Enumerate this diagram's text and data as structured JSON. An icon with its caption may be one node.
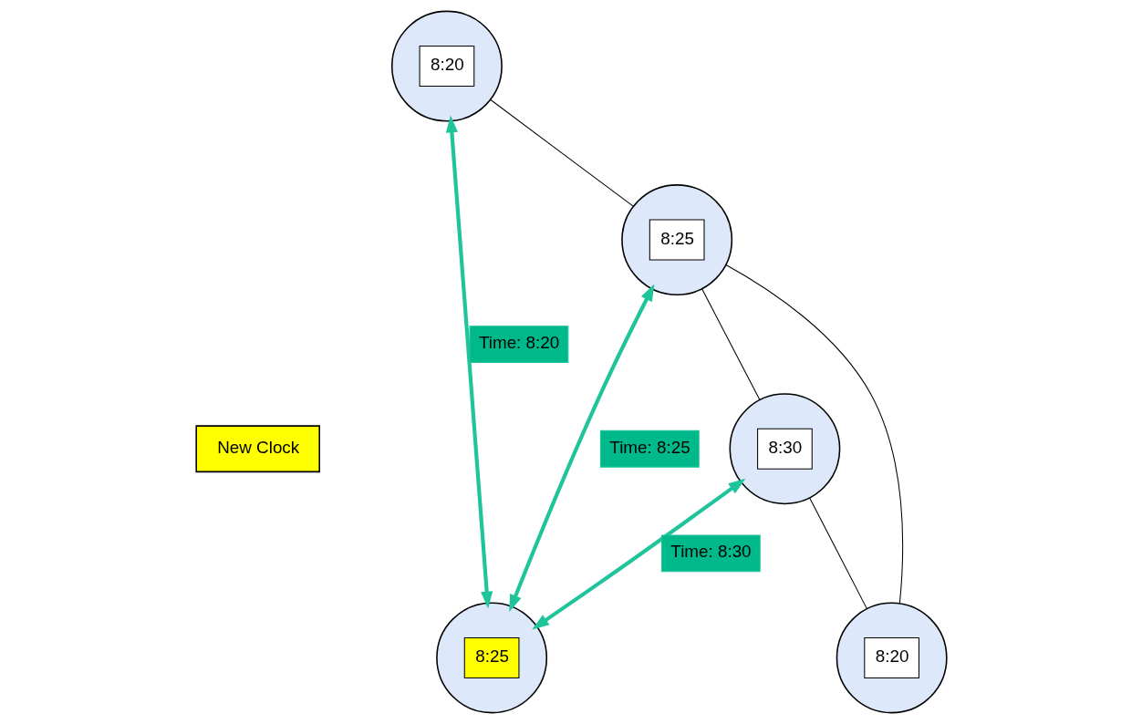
{
  "diagram": {
    "nodes": [
      {
        "text": [
          "New Clock"
        ]
      },
      {
        "text": [
          "8:25"
        ]
      },
      {
        "text": [
          "8:30"
        ]
      },
      {
        "text": [
          "8:20"
        ]
      },
      {
        "text": [
          "8:25"
        ]
      },
      {
        "text": [
          "8:20"
        ]
      }
    ],
    "edges": [
      {
        "from": 2,
        "to": 1,
        "arrow": "both",
        "label": "Time: 8:30",
        "style": "thick",
        "color": "#1fc49a"
      },
      {
        "from": 3,
        "to": 1,
        "arrow": "both",
        "label": "Time: 8:20",
        "style": "thick",
        "color": "#1fc49a"
      },
      {
        "from": 4,
        "to": 1,
        "arrow": "both",
        "label": "Time: 8:25",
        "style": "thick",
        "color": "#1fc49a"
      },
      {
        "from": 3,
        "to": 4,
        "arrow": "none"
      },
      {
        "from": 4,
        "to": 2,
        "arrow": "none"
      },
      {
        "from": 2,
        "to": 5,
        "arrow": "none"
      },
      {
        "from": 4,
        "to": 5,
        "arrow": "none"
      }
    ]
  }
}
